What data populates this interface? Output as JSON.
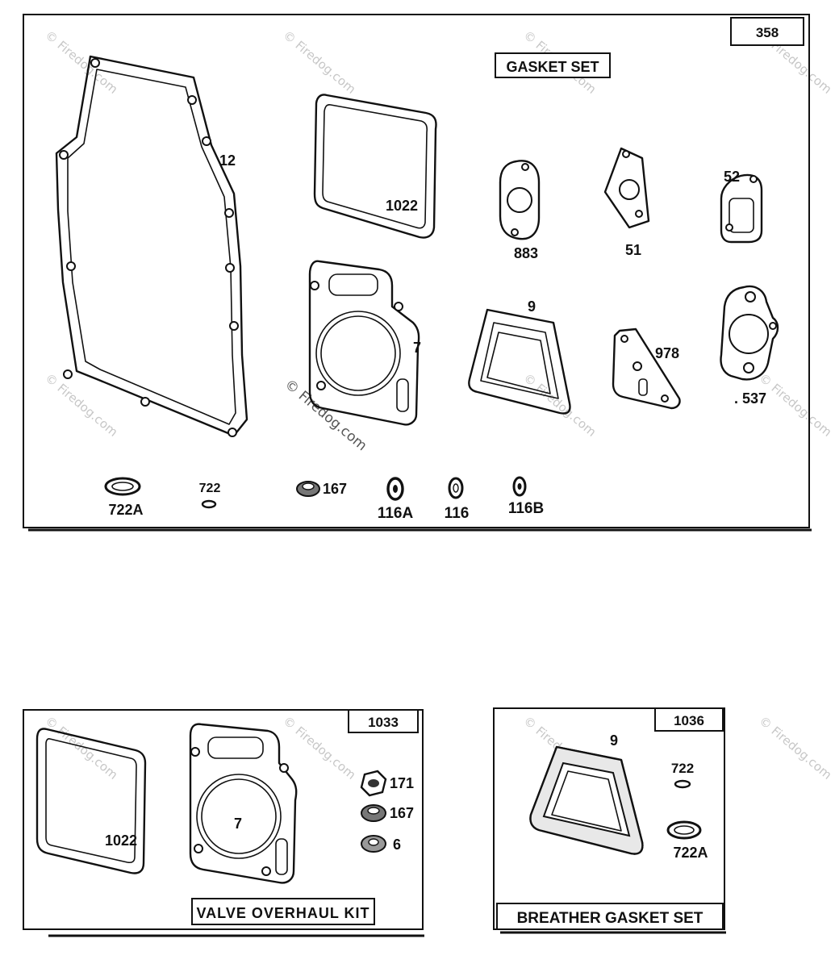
{
  "panels": {
    "gasket_set": {
      "number": "358",
      "title": "GASKET SET",
      "labels": {
        "p12": "12",
        "p1022": "1022",
        "p883": "883",
        "p51": "51",
        "p52": "52",
        "p7": "7",
        "p9": "9",
        "p978": "978",
        "p537": ". 537",
        "p722A": "722A",
        "p722": "722",
        "p167": "167",
        "p116A": "116A",
        "p116": "116",
        "p116B": "116B"
      }
    },
    "valve_overhaul_kit": {
      "number": "1033",
      "title": "VALVE OVERHAUL KIT",
      "labels": {
        "p1022": "1022",
        "p7": "7",
        "p171": "171",
        "p167": "167",
        "p6": "6"
      }
    },
    "breather_gasket_set": {
      "number": "1036",
      "title": "BREATHER GASKET SET",
      "labels": {
        "p9": "9",
        "p722": "722",
        "p722A": "722A"
      }
    }
  },
  "watermark": "© Firedog.com"
}
